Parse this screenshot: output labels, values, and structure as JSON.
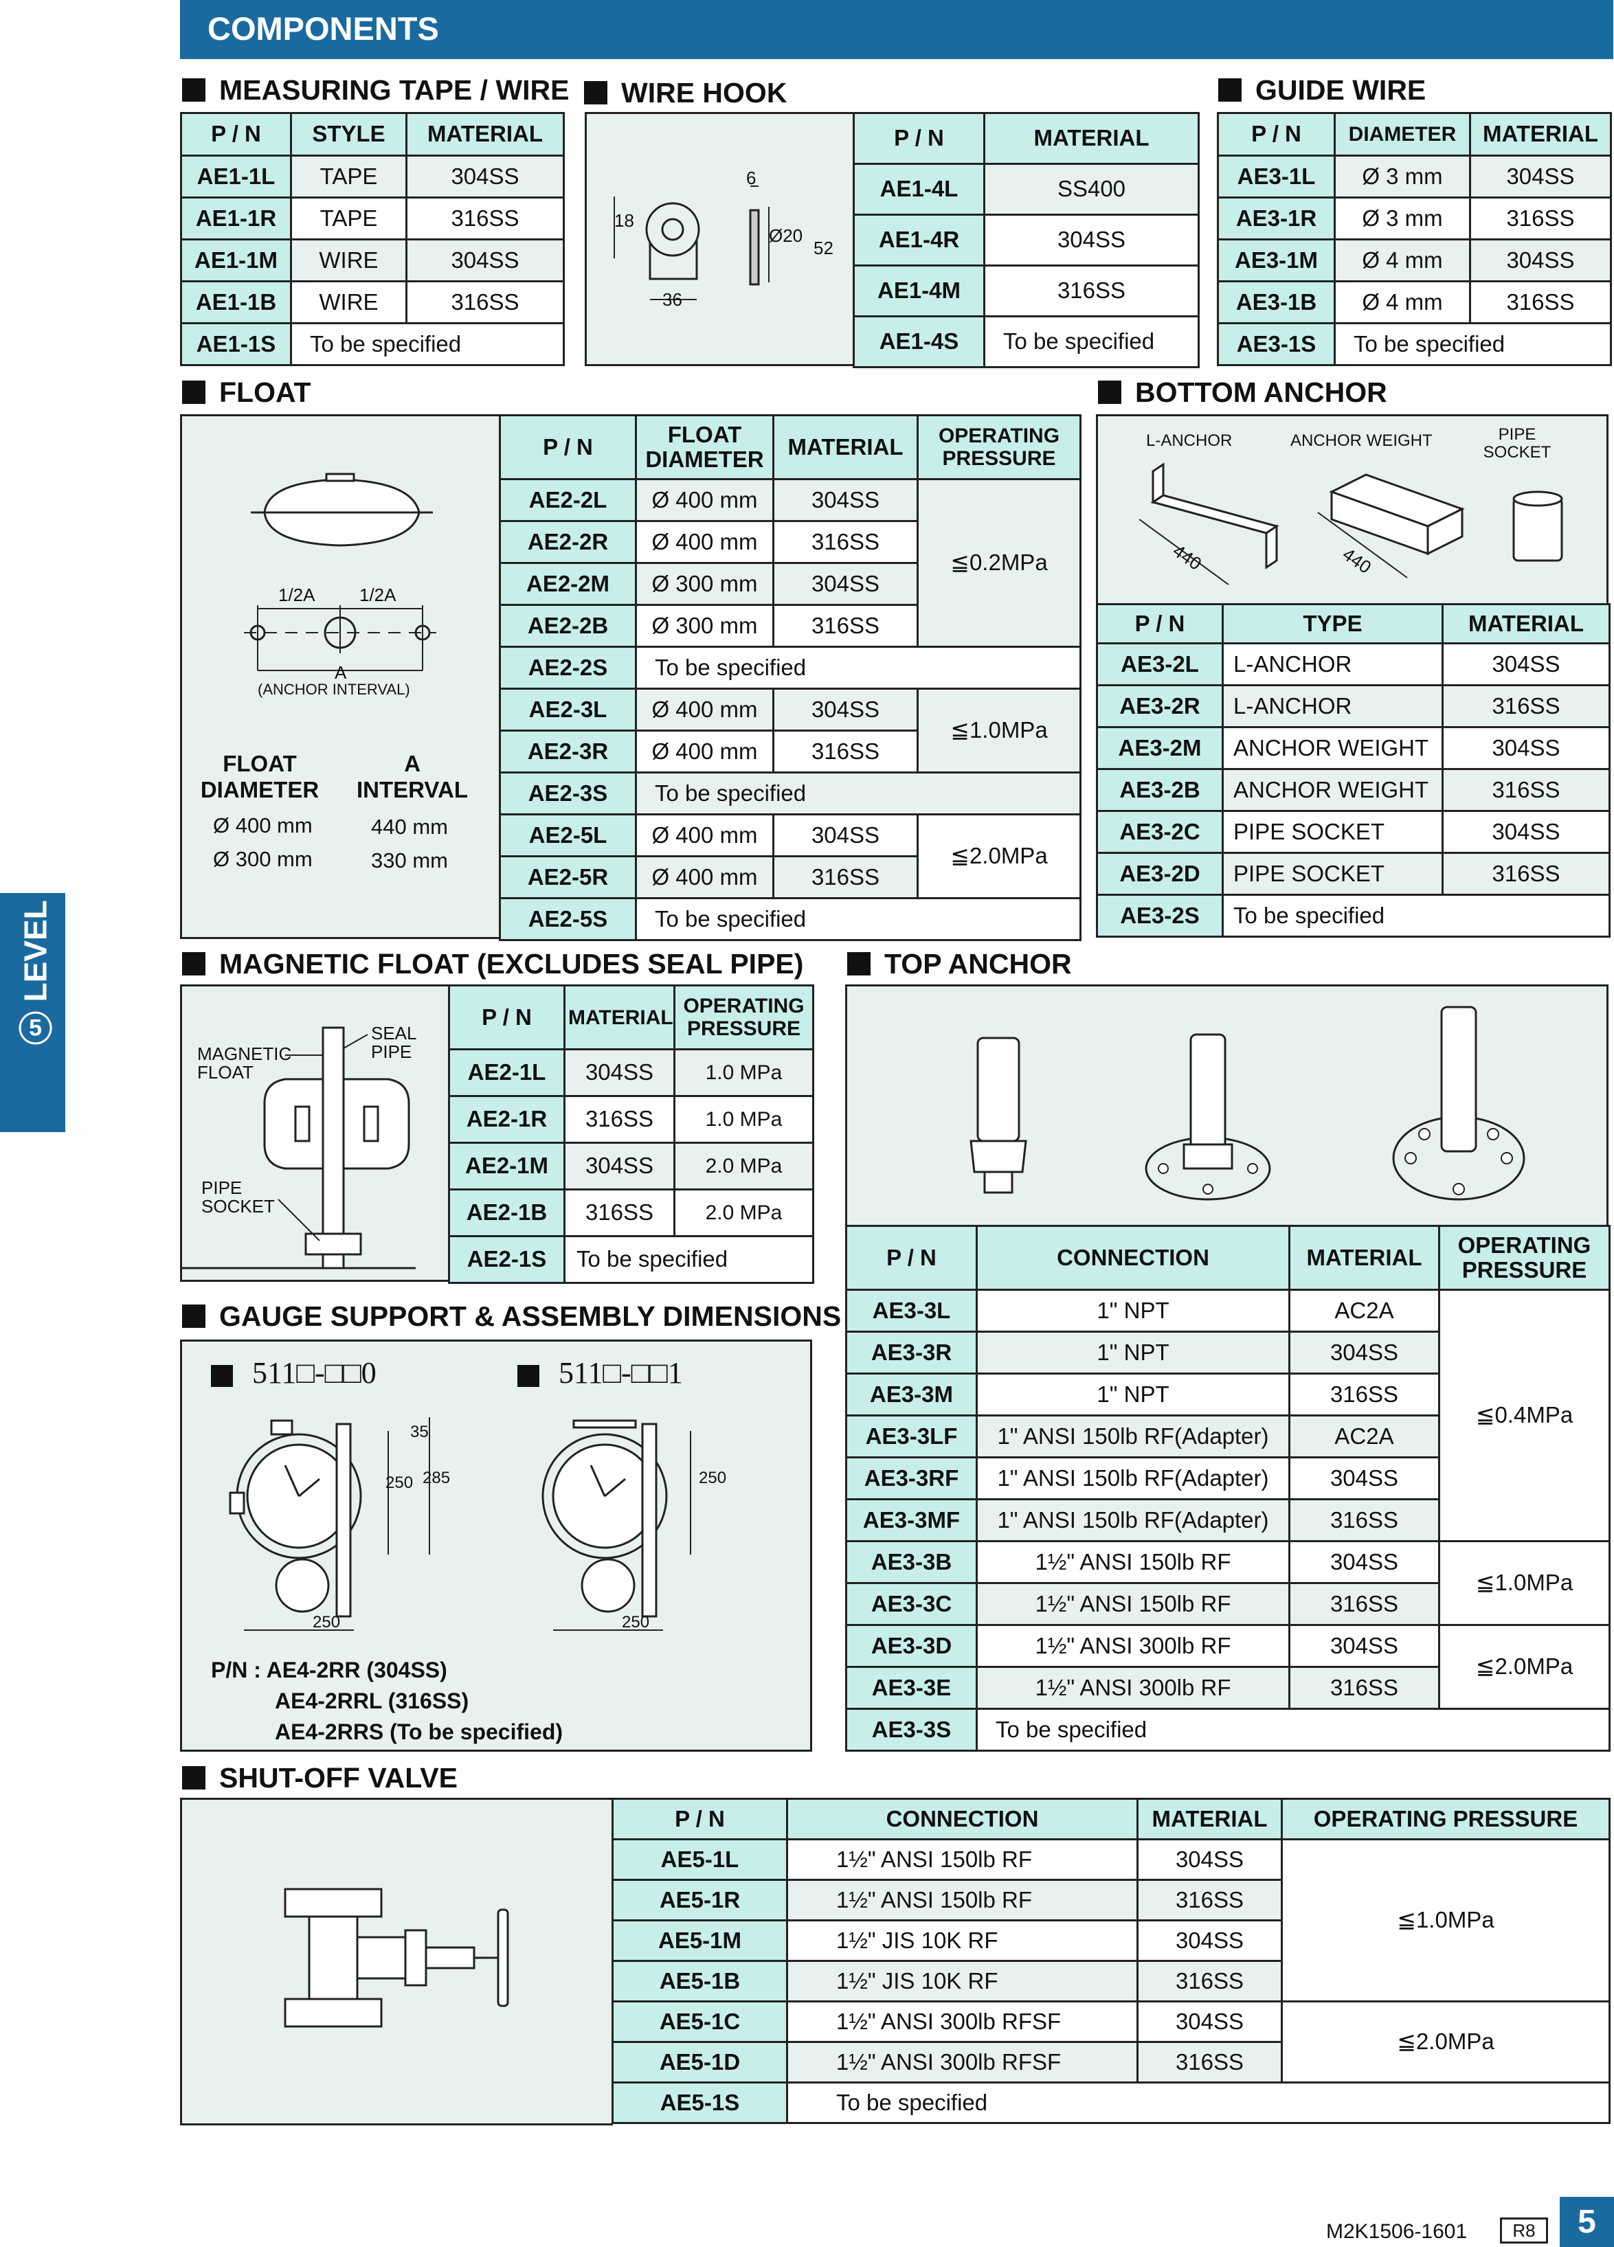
{
  "header": {
    "title": "COMPONENTS"
  },
  "side_tab": {
    "number": "5",
    "label": "LEVEL"
  },
  "tape": {
    "title": "MEASURING TAPE / WIRE",
    "headers": [
      "P / N",
      "STYLE",
      "MATERIAL"
    ],
    "rows": [
      [
        "AE1-1L",
        "TAPE",
        "304SS"
      ],
      [
        "AE1-1R",
        "TAPE",
        "316SS"
      ],
      [
        "AE1-1M",
        "WIRE",
        "304SS"
      ],
      [
        "AE1-1B",
        "WIRE",
        "316SS"
      ]
    ],
    "spec": {
      "pn": "AE1-1S",
      "text": "To  be  specified"
    }
  },
  "hook": {
    "title": "WIRE  HOOK",
    "headers": [
      "P / N",
      "MATERIAL"
    ],
    "rows": [
      [
        "AE1-4L",
        "SS400"
      ],
      [
        "AE1-4R",
        "304SS"
      ],
      [
        "AE1-4M",
        "316SS"
      ]
    ],
    "spec": {
      "pn": "AE1-4S",
      "text": "To  be  specified"
    },
    "dims": {
      "d18": "18",
      "d36": "36",
      "d6": "6",
      "d20": "Ø20",
      "d52": "52"
    }
  },
  "guide": {
    "title": "GUIDE  WIRE",
    "headers": [
      "P / N",
      "DIAMETER",
      "MATERIAL"
    ],
    "rows": [
      [
        "AE3-1L",
        "Ø 3 mm",
        "304SS"
      ],
      [
        "AE3-1R",
        "Ø 3 mm",
        "316SS"
      ],
      [
        "AE3-1M",
        "Ø 4 mm",
        "304SS"
      ],
      [
        "AE3-1B",
        "Ø 4 mm",
        "316SS"
      ]
    ],
    "spec": {
      "pn": "AE3-1S",
      "text": "To  be  specified"
    }
  },
  "float": {
    "title": "FLOAT",
    "headers": [
      "P / N",
      "FLOAT DIAMETER",
      "MATERIAL",
      "OPERATING PRESSURE"
    ],
    "groups": [
      {
        "pressure": "≦0.2MPa",
        "rows": [
          [
            "AE2-2L",
            "Ø 400 mm",
            "304SS"
          ],
          [
            "AE2-2R",
            "Ø 400 mm",
            "316SS"
          ],
          [
            "AE2-2M",
            "Ø 300 mm",
            "304SS"
          ],
          [
            "AE2-2B",
            "Ø 300 mm",
            "316SS"
          ]
        ],
        "spec": {
          "pn": "AE2-2S",
          "text": "To  be  specified"
        }
      },
      {
        "pressure": "≦1.0MPa",
        "rows": [
          [
            "AE2-3L",
            "Ø 400 mm",
            "304SS"
          ],
          [
            "AE2-3R",
            "Ø 400 mm",
            "316SS"
          ]
        ],
        "spec": {
          "pn": "AE2-3S",
          "text": "To  be  specified"
        }
      },
      {
        "pressure": "≦2.0MPa",
        "rows": [
          [
            "AE2-5L",
            "Ø 400 mm",
            "304SS"
          ],
          [
            "AE2-5R",
            "Ø 400 mm",
            "316SS"
          ]
        ],
        "spec": {
          "pn": "AE2-5S",
          "text": "To  be  specified"
        }
      }
    ],
    "diagram": {
      "half1": "1/2A",
      "half2": "1/2A",
      "a": "A",
      "anchor_interval": "(ANCHOR  INTERVAL)",
      "col1": "FLOAT DIAMETER",
      "col2": "A INTERVAL",
      "rows": [
        [
          "Ø 400 mm",
          "440 mm"
        ],
        [
          "Ø 300 mm",
          "330 mm"
        ]
      ]
    }
  },
  "bottom": {
    "title": "BOTTOM  ANCHOR",
    "labels": {
      "l_anchor": "L-ANCHOR",
      "weight": "ANCHOR WEIGHT",
      "socket": "PIPE SOCKET",
      "d440a": "440",
      "d440b": "440"
    },
    "headers": [
      "P / N",
      "TYPE",
      "MATERIAL"
    ],
    "rows": [
      [
        "AE3-2L",
        "L-ANCHOR",
        "304SS"
      ],
      [
        "AE3-2R",
        "L-ANCHOR",
        "316SS"
      ],
      [
        "AE3-2M",
        "ANCHOR  WEIGHT",
        "304SS"
      ],
      [
        "AE3-2B",
        "ANCHOR  WEIGHT",
        "316SS"
      ],
      [
        "AE3-2C",
        "PIPE  SOCKET",
        "304SS"
      ],
      [
        "AE3-2D",
        "PIPE  SOCKET",
        "316SS"
      ]
    ],
    "spec": {
      "pn": "AE3-2S",
      "text": "To  be  specified"
    }
  },
  "magnetic": {
    "title": "MAGNETIC  FLOAT (EXCLUDES  SEAL  PIPE)",
    "labels": {
      "float": "MAGNETIC FLOAT",
      "seal": "SEAL PIPE",
      "socket": "PIPE SOCKET"
    },
    "headers": [
      "P / N",
      "MATERIAL",
      "OPERATING PRESSURE"
    ],
    "rows": [
      [
        "AE2-1L",
        "304SS",
        "1.0 MPa"
      ],
      [
        "AE2-1R",
        "316SS",
        "1.0 MPa"
      ],
      [
        "AE2-1M",
        "304SS",
        "2.0 MPa"
      ],
      [
        "AE2-1B",
        "316SS",
        "2.0 MPa"
      ]
    ],
    "spec": {
      "pn": "AE2-1S",
      "text": "To  be  specified"
    }
  },
  "gauge": {
    "title": "GAUGE  SUPPORT & ASSEMBLY  DIMENSIONS",
    "code1": "511□-□□0",
    "code2": "511□-□□1",
    "dims": {
      "d35": "35",
      "d250a": "250",
      "d285": "285",
      "d250b": "250",
      "d250c": "250",
      "d250d": "250"
    },
    "pn_lines": [
      "P/N : AE4-2RR (304SS)",
      "AE4-2RRL (316SS)",
      "AE4-2RRS (To  be  specified)"
    ]
  },
  "top": {
    "title": "TOP  ANCHOR",
    "headers": [
      "P / N",
      "CONNECTION",
      "MATERIAL",
      "OPERATING PRESSURE"
    ],
    "groups": [
      {
        "pressure": "≦0.4MPa",
        "rows": [
          [
            "AE3-3L",
            "1\" NPT",
            "AC2A"
          ],
          [
            "AE3-3R",
            "1\" NPT",
            "304SS"
          ],
          [
            "AE3-3M",
            "1\" NPT",
            "316SS"
          ],
          [
            "AE3-3LF",
            "1\" ANSI 150lb RF(Adapter)",
            "AC2A"
          ],
          [
            "AE3-3RF",
            "1\" ANSI 150lb RF(Adapter)",
            "304SS"
          ],
          [
            "AE3-3MF",
            "1\" ANSI 150lb RF(Adapter)",
            "316SS"
          ]
        ]
      },
      {
        "pressure": "≦1.0MPa",
        "rows": [
          [
            "AE3-3B",
            "1½\"  ANSI  150lb  RF",
            "304SS"
          ],
          [
            "AE3-3C",
            "1½\"  ANSI  150lb  RF",
            "316SS"
          ]
        ]
      },
      {
        "pressure": "≦2.0MPa",
        "rows": [
          [
            "AE3-3D",
            "1½\"  ANSI  300lb  RF",
            "304SS"
          ],
          [
            "AE3-3E",
            "1½\"   ANSI  300lb  RF",
            "316SS"
          ]
        ]
      }
    ],
    "spec": {
      "pn": "AE3-3S",
      "text": "To  be  specified"
    }
  },
  "valve": {
    "title": "SHUT-OFF  VALVE",
    "headers": [
      "P / N",
      "CONNECTION",
      "MATERIAL",
      "OPERATING  PRESSURE"
    ],
    "groups": [
      {
        "pressure": "≦1.0MPa",
        "rows": [
          [
            "AE5-1L",
            "1½\"  ANSI  150lb  RF",
            "304SS"
          ],
          [
            "AE5-1R",
            "1½\"  ANSI  150lb  RF",
            "316SS"
          ],
          [
            "AE5-1M",
            "1½\"  JIS  10K  RF",
            "304SS"
          ],
          [
            "AE5-1B",
            "1½\"  JIS  10K  RF",
            "316SS"
          ]
        ]
      },
      {
        "pressure": "≦2.0MPa",
        "rows": [
          [
            "AE5-1C",
            "1½\"  ANSI  300lb  RFSF",
            "304SS"
          ],
          [
            "AE5-1D",
            "1½\"  ANSI  300lb  RFSF",
            "316SS"
          ]
        ]
      }
    ],
    "spec": {
      "pn": "AE5-1S",
      "text": "To  be  specified"
    }
  },
  "footer": {
    "code": "M2K1506-1601",
    "rev": "R8",
    "page": "5"
  }
}
